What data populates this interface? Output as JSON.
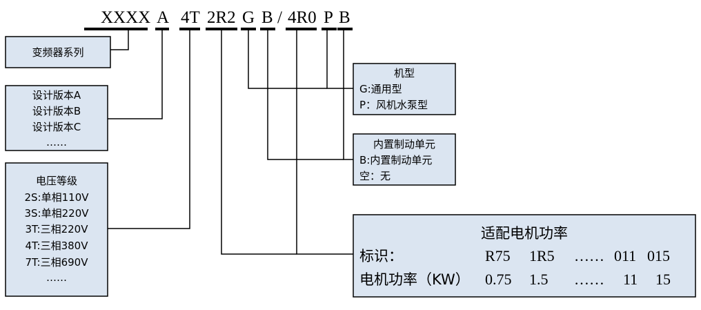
{
  "code": {
    "series": "XXXX",
    "version": "A",
    "voltage": "4T",
    "power": "2R2",
    "type1": "G",
    "brake1": "B",
    "slash": "/",
    "power2": "4R0",
    "type2": "P",
    "brake2": "B"
  },
  "boxes": {
    "series": {
      "label": "变频器系列"
    },
    "version": {
      "lines": [
        "设计版本A",
        "设计版本B",
        "设计版本C",
        "……"
      ]
    },
    "voltage": {
      "lines": [
        "电压等级",
        "2S:单相110V",
        "3S:单相220V",
        "3T:三相220V",
        "4T:三相380V",
        "7T:三相690V",
        "……"
      ]
    },
    "type": {
      "lines": [
        "机型",
        "G:通用型",
        "P：风机水泵型"
      ]
    },
    "brake": {
      "lines": [
        "内置制动单元",
        "B:内置制动单元",
        "空：无"
      ]
    },
    "power": {
      "title": "适配电机功率",
      "row1_label": "标识：",
      "row1_values": [
        "R75",
        "1R5",
        "……",
        "011",
        "015"
      ],
      "row2_label": "电机功率（KW）",
      "row2_values": [
        "0.75",
        "1.5",
        "……",
        "11",
        "15"
      ]
    }
  }
}
